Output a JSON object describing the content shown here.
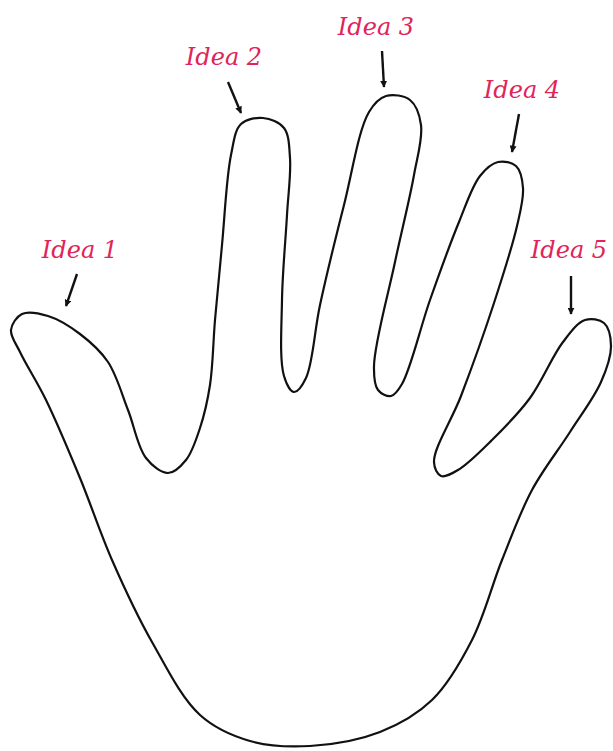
{
  "diagram": {
    "labels": [
      "Idea 1",
      "Idea 2",
      "Idea 3",
      "Idea 4",
      "Idea 5"
    ]
  }
}
